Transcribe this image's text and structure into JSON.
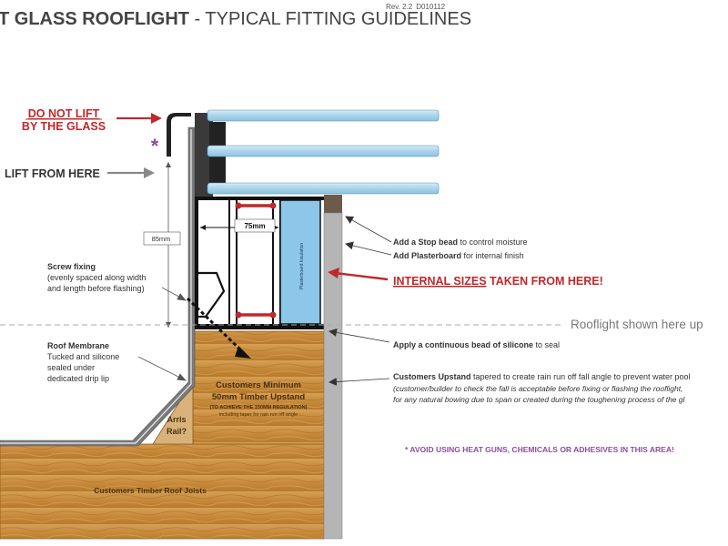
{
  "header": {
    "title_bold": "T GLASS ROOFLIGHT",
    "title_rest": " - TYPICAL FITTING GUIDELINES",
    "rev": "Rev. 2.2",
    "doc_code": "D010112"
  },
  "labels": {
    "do_not_lift_line1": "DO NOT LIFT",
    "do_not_lift_line2": "BY THE GLASS",
    "asterisk": "*",
    "lift_from_here": "LIFT FROM HERE",
    "dim_85": "85mm",
    "dim_75": "75mm",
    "screw_fixing_title": "Screw fixing",
    "screw_fixing_line1": "(evenly spaced along width",
    "screw_fixing_line2": "and length before flashing)",
    "membrane_title": "Roof Membrane",
    "membrane_line1": "Tucked and silicone",
    "membrane_line2": "sealed under",
    "membrane_line3": "dedicated drip lip",
    "upstand_line1": "Customers Minimum",
    "upstand_line2": "50mm Timber Upstand",
    "upstand_line3": "(TO ACHIEVE THE 150MM REGULATION)",
    "upstand_line4": "including taper for rain run off angle",
    "arris_line1": "Arris",
    "arris_line2": "Rail?",
    "joists": "Customers Timber Roof Joists",
    "plasterboard_vertical": "Plasterboard Insulation",
    "stop_bead_bold": "Add a Stop bead",
    "stop_bead_rest": " to control moisture",
    "plasterboard_bold": "Add Plasterboard",
    "plasterboard_rest": " for internal finish",
    "internal_sizes_underlined": "INTERNAL SIZES",
    "internal_sizes_rest": " TAKEN FROM HERE!",
    "rooflight_shown": "Rooflight shown here up",
    "silicone_bold": "Apply a continuous bead of silicone",
    "silicone_rest": " to seal",
    "cust_upstand_bold": "Customers Upstand",
    "cust_upstand_rest": " tapered to create rain run off fall angle to prevent water pool",
    "cust_upstand_line2": "(customer/builder to check the fall is acceptable before fixing or flashing the rooflight,",
    "cust_upstand_line3": "for any natural bowing due to span or created during the toughening process of the gl",
    "avoid_warning": "* AVOID USING HEAT GUNS, CHEMICALS OR ADHESIVES IN THIS AREA!"
  },
  "colors": {
    "warning_red": "#c0282b",
    "dark_text": "#333333",
    "glass_blue": "#a9d4ec",
    "frame_grey": "#5a5a5a",
    "timber": "#c98e3e",
    "asterisk_purple": "#8a4f9a"
  }
}
